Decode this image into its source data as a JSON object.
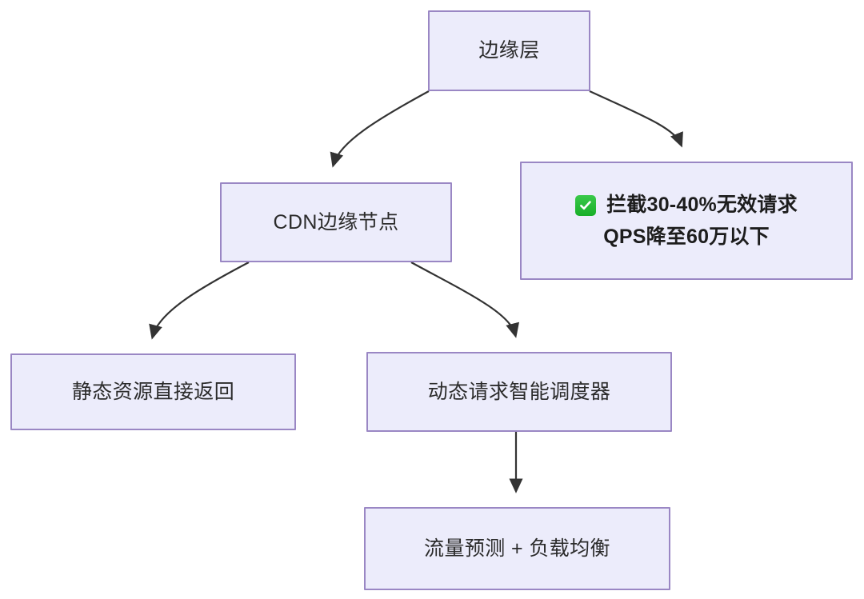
{
  "diagram": {
    "type": "flowchart",
    "direction": "top-down",
    "background_color": "#ffffff",
    "node_fill_color": "#ececfb",
    "node_border_color": "#9a87c4",
    "edge_color": "#333333",
    "accent_green": "#22bb33",
    "nodes": [
      {
        "id": "edge-layer",
        "label": "边缘层"
      },
      {
        "id": "cdn",
        "label": "CDN边缘节点"
      },
      {
        "id": "static",
        "label": "静态资源直接返回"
      },
      {
        "id": "scheduler",
        "label": "动态请求智能调度器"
      },
      {
        "id": "balance",
        "label": "流量预测 + 负载均衡"
      }
    ],
    "note": {
      "id": "note",
      "icon": "check-mark-button-icon",
      "line1": "拦截30-40%无效请求",
      "line2": "QPS降至60万以下"
    },
    "edges": [
      {
        "from": "edge-layer",
        "to": "cdn"
      },
      {
        "from": "edge-layer",
        "to": "note"
      },
      {
        "from": "cdn",
        "to": "static"
      },
      {
        "from": "cdn",
        "to": "scheduler"
      },
      {
        "from": "scheduler",
        "to": "balance"
      }
    ]
  }
}
